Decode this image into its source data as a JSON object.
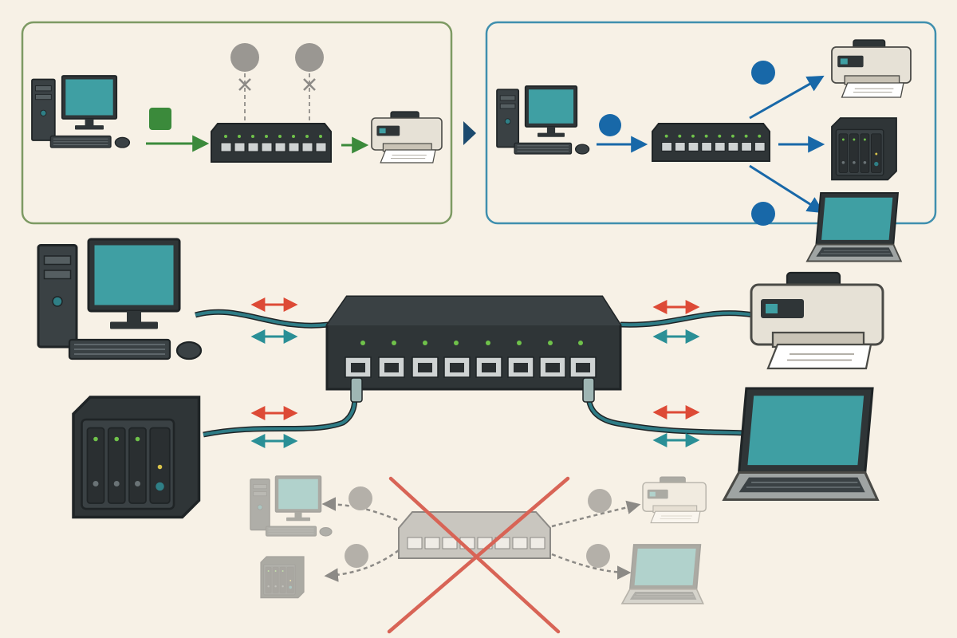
{
  "colors": {
    "background": "#f7f1e6",
    "unicast_frame": "#3b8a3b",
    "unicast_panel": "#7d9a63",
    "broadcast_frame": "#1868a8",
    "broadcast_panel": "#3f8fae",
    "cable": "#2e7c86",
    "send_arrow": "#dd4a36",
    "receive_arrow": "#2a8f96",
    "blocked": "#8c8a86",
    "failed_cross": "#d86456",
    "device_dark": "#2f3537",
    "screen": "#3f9fa3",
    "port_led": "#6fc24a"
  },
  "diagram": {
    "panels": [
      {
        "name": "unicast",
        "devices": [
          "desktop-pc-icon",
          "switch-icon",
          "printer-icon"
        ],
        "blocked_ports": 2
      },
      {
        "name": "broadcast",
        "devices": [
          "desktop-pc-icon",
          "switch-icon",
          "printer-icon",
          "nas-icon",
          "laptop-icon"
        ]
      }
    ],
    "main": {
      "devices": [
        "desktop-pc-icon",
        "nas-icon",
        "switch-icon",
        "printer-icon",
        "laptop-icon"
      ],
      "ports": 8,
      "links": 4
    },
    "failure": {
      "devices": [
        "desktop-pc-icon",
        "nas-icon",
        "switch-icon",
        "printer-icon",
        "laptop-icon"
      ],
      "state": "switch-failed"
    }
  }
}
